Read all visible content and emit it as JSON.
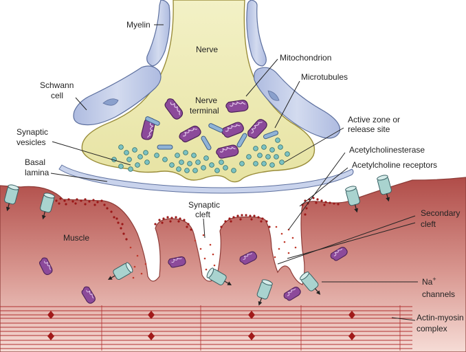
{
  "labels": {
    "myelin": "Myelin",
    "nerve": "Nerve",
    "mitochondrion": "Mitochondrion",
    "microtubules": "Microtubules",
    "schwann_1": "Schwann",
    "schwann_2": "cell",
    "nerve_terminal_1": "Nerve",
    "nerve_terminal_2": "terminal",
    "active_zone_1": "Active zone or",
    "active_zone_2": "release site",
    "synaptic_vesicles_1": "Synaptic",
    "synaptic_vesicles_2": "vesicles",
    "acetylcholinesterase": "Acetylcholinesterase",
    "basal_lamina_1": "Basal",
    "basal_lamina_2": "lamina",
    "acetylcholine_receptors": "Acetylcholine receptors",
    "synaptic_cleft_1": "Synaptic",
    "synaptic_cleft_2": "cleft",
    "secondary_cleft_1": "Secondary",
    "secondary_cleft_2": "cleft",
    "muscle": "Muscle",
    "na_channels_1": "Na",
    "na_channels_sup": "+",
    "na_channels_2": "channels",
    "actin_myosin_1": "Actin-myosin",
    "actin_myosin_2": "complex"
  },
  "colors": {
    "nerve_fill": "#f1efbd",
    "nerve_stroke": "#9a8d3a",
    "myelin_fill": "#c3cde6",
    "myelin_stroke": "#5c6f9e",
    "muscle_top": "#b4524f",
    "muscle_bottom": "#f3d3cd",
    "vesicle": "#7cc2c2",
    "mitochondrion": "#8c4a9a",
    "receptor": "#a9d3cf",
    "dots": "#a11a1a",
    "sarcomere": "#b03030"
  }
}
